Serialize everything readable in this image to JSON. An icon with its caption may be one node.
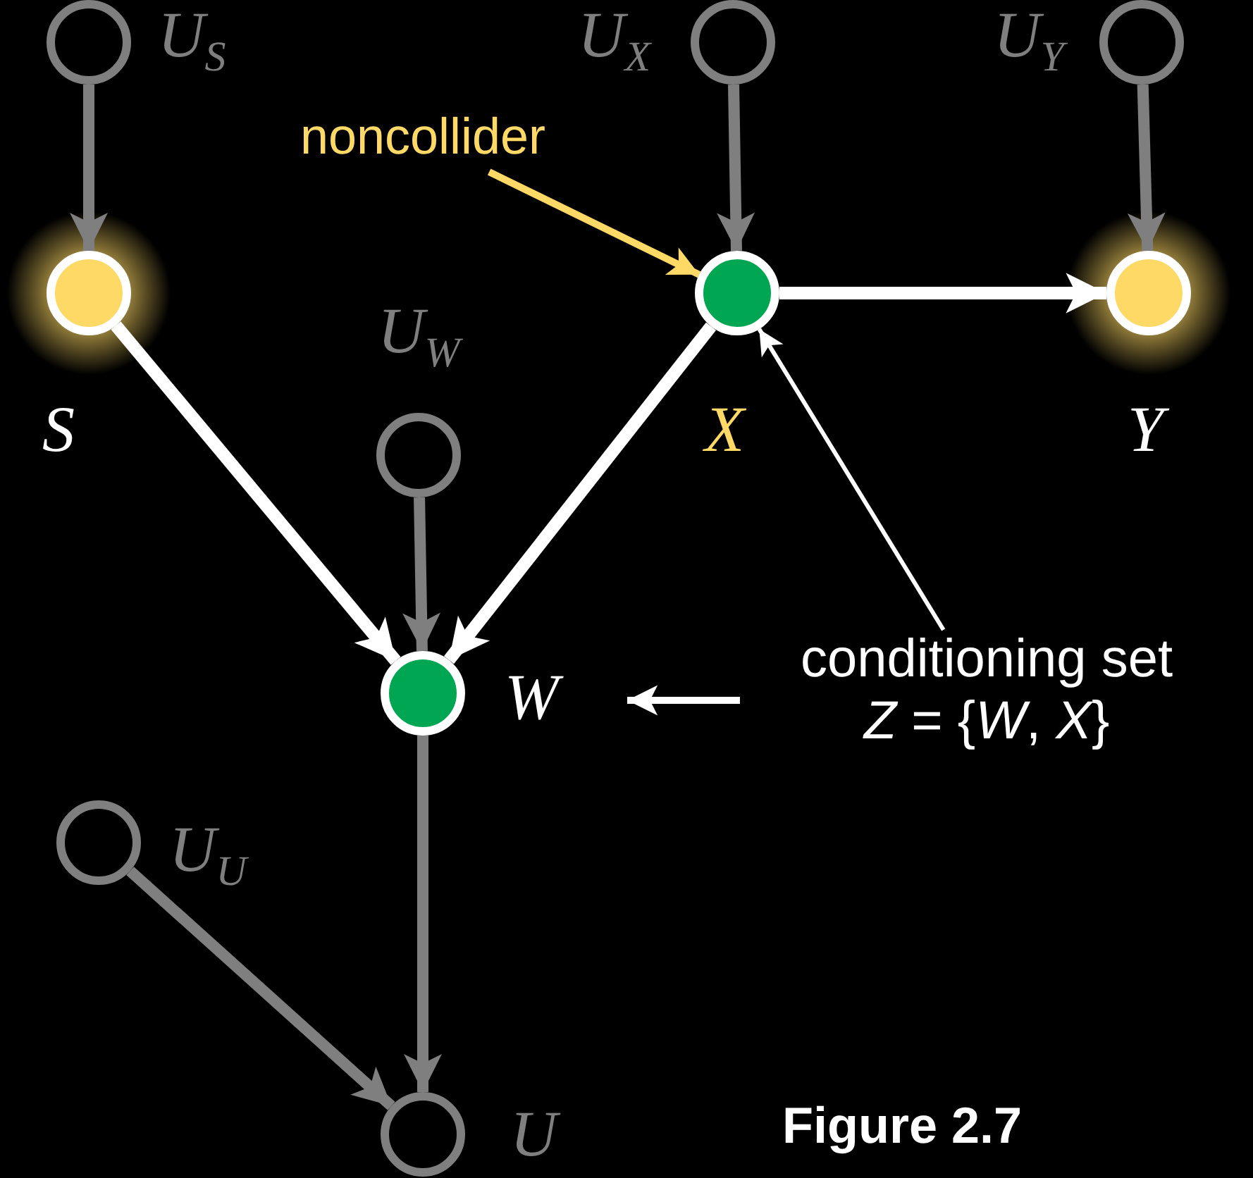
{
  "diagram": {
    "caption": "Figure 2.7",
    "nodes": [
      {
        "text": [],
        "shape": "circle",
        "beside": [
          "U$_{S}$"
        ]
      },
      {
        "text": [],
        "shape": "circle",
        "beside": [
          "U$_{X}$"
        ]
      },
      {
        "text": [],
        "shape": "circle",
        "beside": [
          "U$_{Y}$"
        ]
      },
      {
        "text": [],
        "shape": "circle",
        "beside": [
          "S"
        ]
      },
      {
        "text": [],
        "shape": "circle",
        "beside": [
          "X"
        ]
      },
      {
        "text": [],
        "shape": "circle",
        "beside": [
          "Y"
        ]
      },
      {
        "text": [],
        "shape": "circle",
        "beside": [
          "U$_{W}$"
        ]
      },
      {
        "text": [],
        "shape": "circle",
        "beside": [
          "W"
        ]
      },
      {
        "text": [],
        "shape": "circle",
        "beside": [
          "U$_{U}$"
        ]
      },
      {
        "text": [],
        "shape": "circle",
        "beside": [
          "U"
        ]
      },
      {
        "text": [
          "noncollider"
        ]
      },
      {
        "text": [
          "conditioning set",
          "*Z* = {*W*, *X*}"
        ]
      }
    ],
    "edges": [
      {
        "from": 0,
        "to": 3,
        "arrow": "to"
      },
      {
        "from": 1,
        "to": 4,
        "arrow": "to"
      },
      {
        "from": 2,
        "to": 5,
        "arrow": "to"
      },
      {
        "from": 3,
        "to": 7,
        "arrow": "to",
        "color": "#ffffff"
      },
      {
        "from": 4,
        "to": 7,
        "arrow": "to",
        "color": "#ffffff"
      },
      {
        "from": 4,
        "to": 5,
        "arrow": "to",
        "color": "#ffffff"
      },
      {
        "from": 6,
        "to": 7,
        "arrow": "to"
      },
      {
        "from": 7,
        "to": 9,
        "arrow": "to"
      },
      {
        "from": 8,
        "to": 9,
        "arrow": "to"
      },
      {
        "from": 10,
        "to": 4,
        "arrow": "to",
        "color": "#ffd966"
      },
      {
        "from": 11,
        "to": 4,
        "arrow": "to",
        "color": "#ffffff"
      },
      {
        "from": 11,
        "to": 7,
        "arrow": "to",
        "color": "#ffffff"
      }
    ]
  }
}
